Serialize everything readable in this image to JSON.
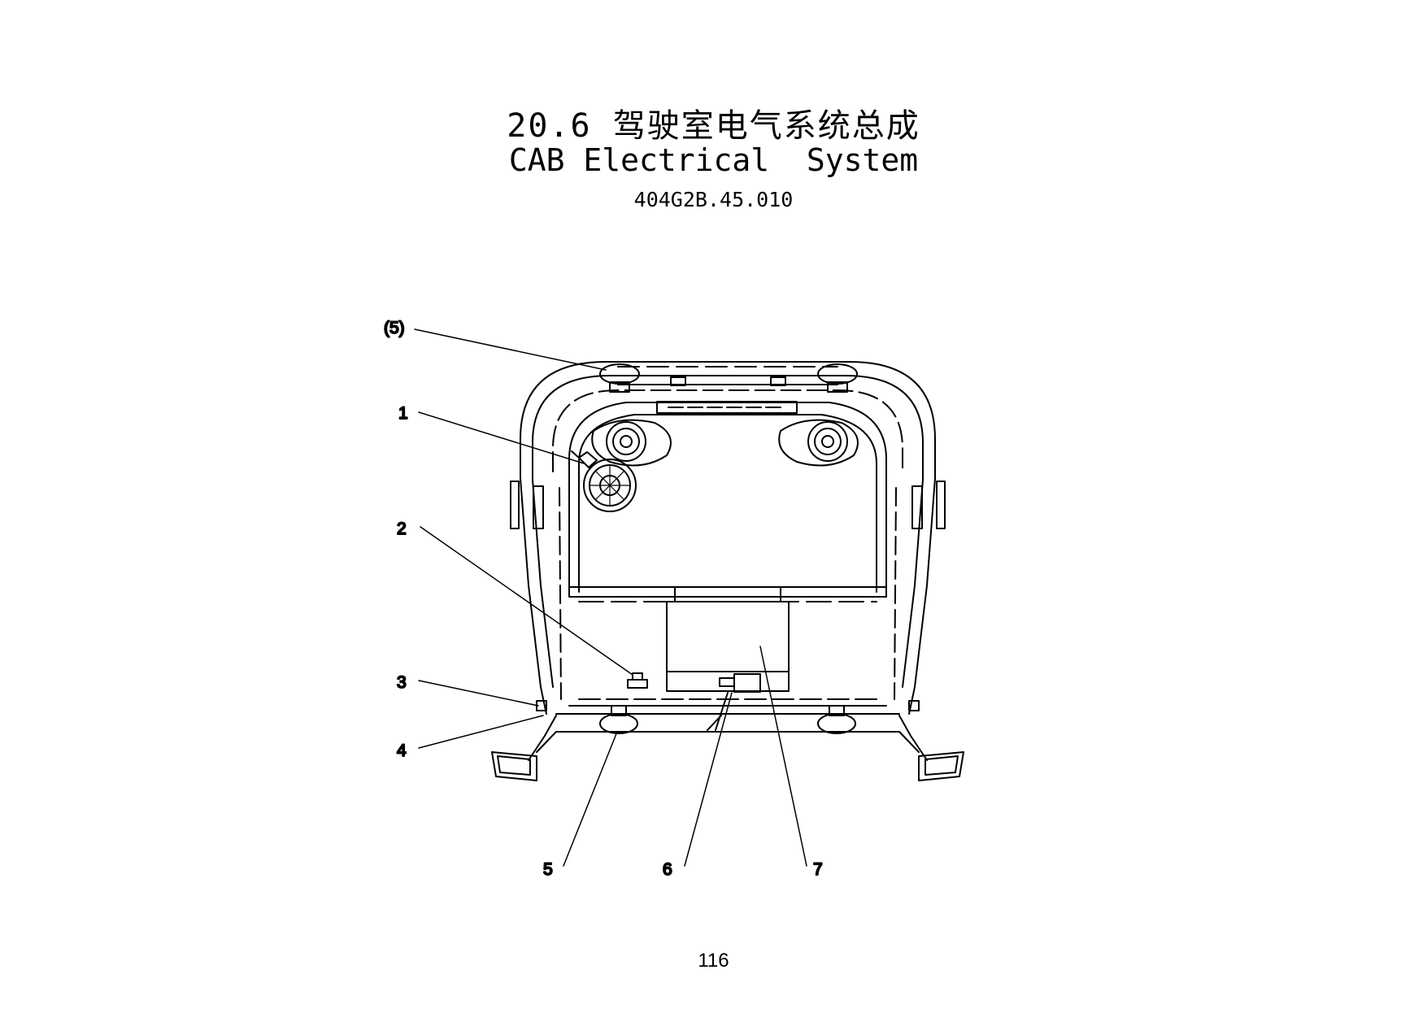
{
  "header": {
    "title_cn": "20.6 驾驶室电气系统总成",
    "title_en": "CAB Electrical  System",
    "part_number": "404G2B.45.010"
  },
  "callouts": [
    {
      "id": "c5p",
      "label": "(5)"
    },
    {
      "id": "c1",
      "label": "1"
    },
    {
      "id": "c2",
      "label": "2"
    },
    {
      "id": "c3",
      "label": "3"
    },
    {
      "id": "c4",
      "label": "4"
    },
    {
      "id": "c5",
      "label": "5"
    },
    {
      "id": "c6",
      "label": "6"
    },
    {
      "id": "c7",
      "label": "7"
    }
  ],
  "footer": {
    "page_number": "116"
  }
}
